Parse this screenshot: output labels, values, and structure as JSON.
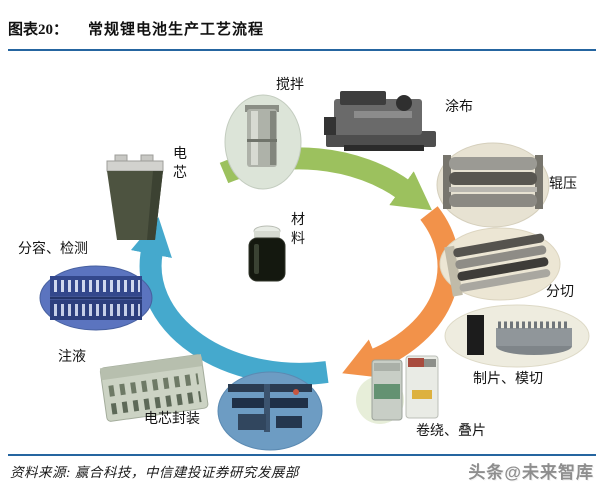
{
  "header": {
    "figure_label": "图表20：",
    "title": "常规锂电池生产工艺流程"
  },
  "footer": {
    "source": "资料来源: 赢合科技，中信建投证券研究发展部",
    "watermark": "头条@未来智库"
  },
  "colors": {
    "header_rule": "#2565a0",
    "footer_rule": "#2565a0",
    "arrow_green": "#9cc15e",
    "arrow_orange": "#f2924a",
    "arrow_blue": "#45a9cd"
  },
  "diagram": {
    "type": "circular-process-flow",
    "direction": "clockwise",
    "nodes": [
      {
        "id": "mixing",
        "label": "搅拌"
      },
      {
        "id": "coating",
        "label": "涂布"
      },
      {
        "id": "calendering",
        "label": "辊压"
      },
      {
        "id": "slitting",
        "label": "分切"
      },
      {
        "id": "sheet-die-cutting",
        "label": "制片、模切"
      },
      {
        "id": "winding-stacking",
        "label": "卷绕、叠片"
      },
      {
        "id": "cell-packaging",
        "label": "电芯封装"
      },
      {
        "id": "electrolyte-filling",
        "label": "注液"
      },
      {
        "id": "grading-testing",
        "label": "分容、检测"
      },
      {
        "id": "battery-cell",
        "label": "电芯"
      },
      {
        "id": "material",
        "label": "材料"
      }
    ],
    "flow_order": [
      "材料",
      "搅拌",
      "涂布",
      "辊压",
      "分切",
      "制片、模切",
      "卷绕、叠片",
      "电芯封装",
      "注液",
      "分容、检测",
      "电芯"
    ],
    "arrows": [
      {
        "position": "top",
        "color_key": "arrow_green"
      },
      {
        "position": "right",
        "color_key": "arrow_orange"
      },
      {
        "position": "bottom-left",
        "color_key": "arrow_blue"
      }
    ]
  }
}
